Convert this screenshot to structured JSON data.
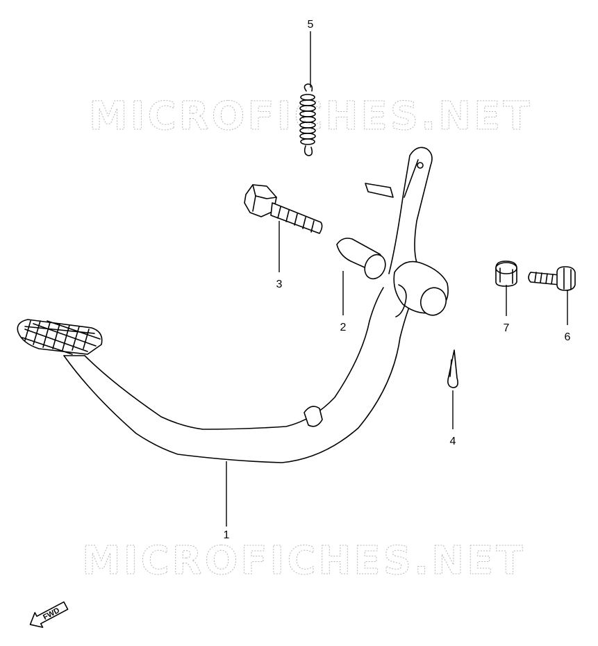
{
  "watermarks": [
    "MICROFICHES.NET",
    "MICROFICHES.NET"
  ],
  "callouts": {
    "p1": "1",
    "p2": "2",
    "p3": "3",
    "p4": "4",
    "p5": "5",
    "p6": "6",
    "p7": "7"
  },
  "direction_badge": {
    "label": "FWD",
    "icon": "fwd-arrow-icon"
  },
  "parts": [
    {
      "ref": "1",
      "name": "brake-pedal"
    },
    {
      "ref": "2",
      "name": "bushing"
    },
    {
      "ref": "3",
      "name": "pivot-bolt"
    },
    {
      "ref": "4",
      "name": "cotter-pin"
    },
    {
      "ref": "5",
      "name": "return-spring"
    },
    {
      "ref": "6",
      "name": "bolt"
    },
    {
      "ref": "7",
      "name": "nut"
    }
  ]
}
